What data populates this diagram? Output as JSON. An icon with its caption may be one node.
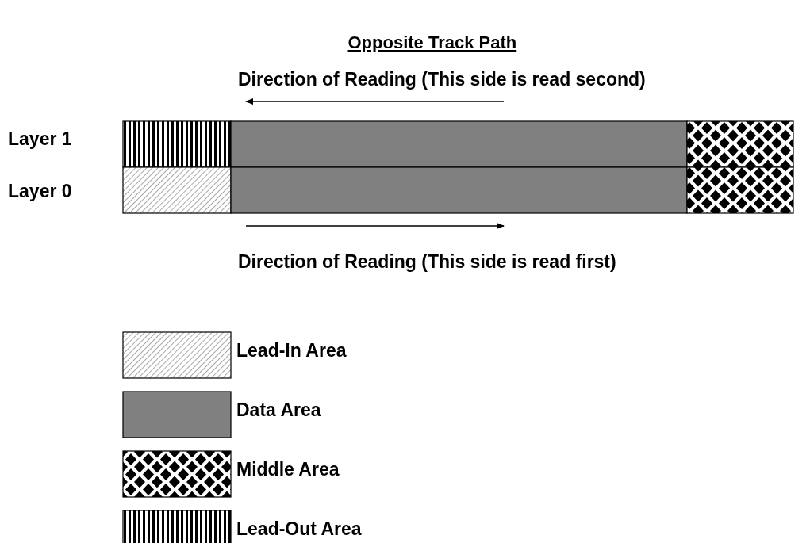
{
  "diagram": {
    "title": "Opposite Track Path",
    "labels": [
      "Direction of Reading (This side is read second)",
      "Layer 1",
      "Layer 0",
      "Direction of Reading (This side is read first)"
    ],
    "legend": [
      {
        "text": "Lead-In Area"
      },
      {
        "text": "Data Area",
        "color": "#808080"
      },
      {
        "text": "Middle Area"
      },
      {
        "text": "Lead-Out Area"
      }
    ]
  }
}
